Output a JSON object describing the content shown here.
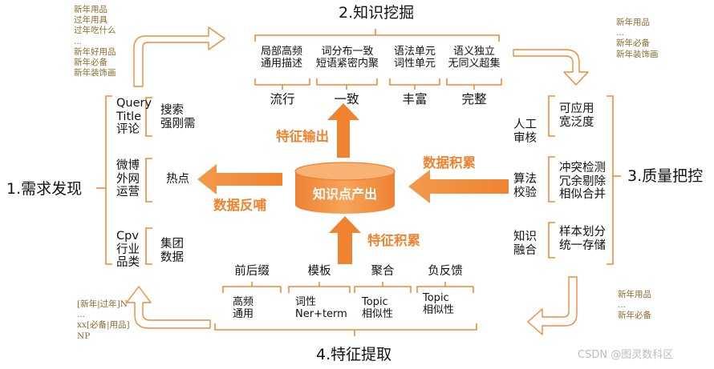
{
  "sections": {
    "demand": {
      "title": "1.需求发现",
      "groups": [
        {
          "sources": "Query\nTitle\n评论",
          "result": "搜索\n强刚需"
        },
        {
          "sources": "微博\n外网\n运营",
          "result": "热点"
        },
        {
          "sources": "Cpv\n行业\n品类",
          "result": "集团\n数据"
        }
      ]
    },
    "mining": {
      "title": "2.知识挖掘",
      "items": [
        {
          "desc": "局部高频\n通用描述",
          "label": "流行"
        },
        {
          "desc": "词分布一致\n短语紧密内聚",
          "label": "一致"
        },
        {
          "desc": "语法单元\n词性单元",
          "label": "丰富"
        },
        {
          "desc": "语义独立\n无同义超集",
          "label": "完整"
        }
      ]
    },
    "quality": {
      "title": "3.质量把控",
      "groups": [
        {
          "method": "人工\n审核",
          "detail": "可应用\n宽泛度"
        },
        {
          "method": "算法\n校验",
          "detail": "冲突检测\n冗余剔除\n相似合并"
        },
        {
          "method": "知识\n融合",
          "detail": "样本划分\n统一存储"
        }
      ]
    },
    "extraction": {
      "title": "4.特征提取",
      "items": [
        {
          "label": "前后缀",
          "desc": "高频\n通用"
        },
        {
          "label": "模板",
          "desc": "词性\nNer+term"
        },
        {
          "label": "聚合",
          "desc": "Topic\n相似性"
        },
        {
          "label": "负反馈",
          "desc": "Topic\n相似性"
        }
      ]
    }
  },
  "center": {
    "label": "知识点产出"
  },
  "flows": {
    "feature_output": "特征输出",
    "data_accumulation": "数据积累",
    "data_feedback": "数据反哺",
    "feature_accumulation": "特征积累"
  },
  "samples": {
    "top_left": "新年用品\n过年用具\n过年吃什么\n...\n新年好用品\n新年必备\n新年装饰画",
    "top_right": "新年用品\n...\n新年必备\n新年装饰画",
    "bottom_right": "新年用品\n...\n新年必备",
    "bottom_left": "[新年|过年]N\n...\nxx[必备|用品]\nNP"
  },
  "watermark": "CSDN @图灵数科区",
  "colors": {
    "accent": "#f0832f",
    "line": "#f08a3a",
    "cylinder": "#f3903f",
    "sample_text": "#8a6c2d"
  }
}
